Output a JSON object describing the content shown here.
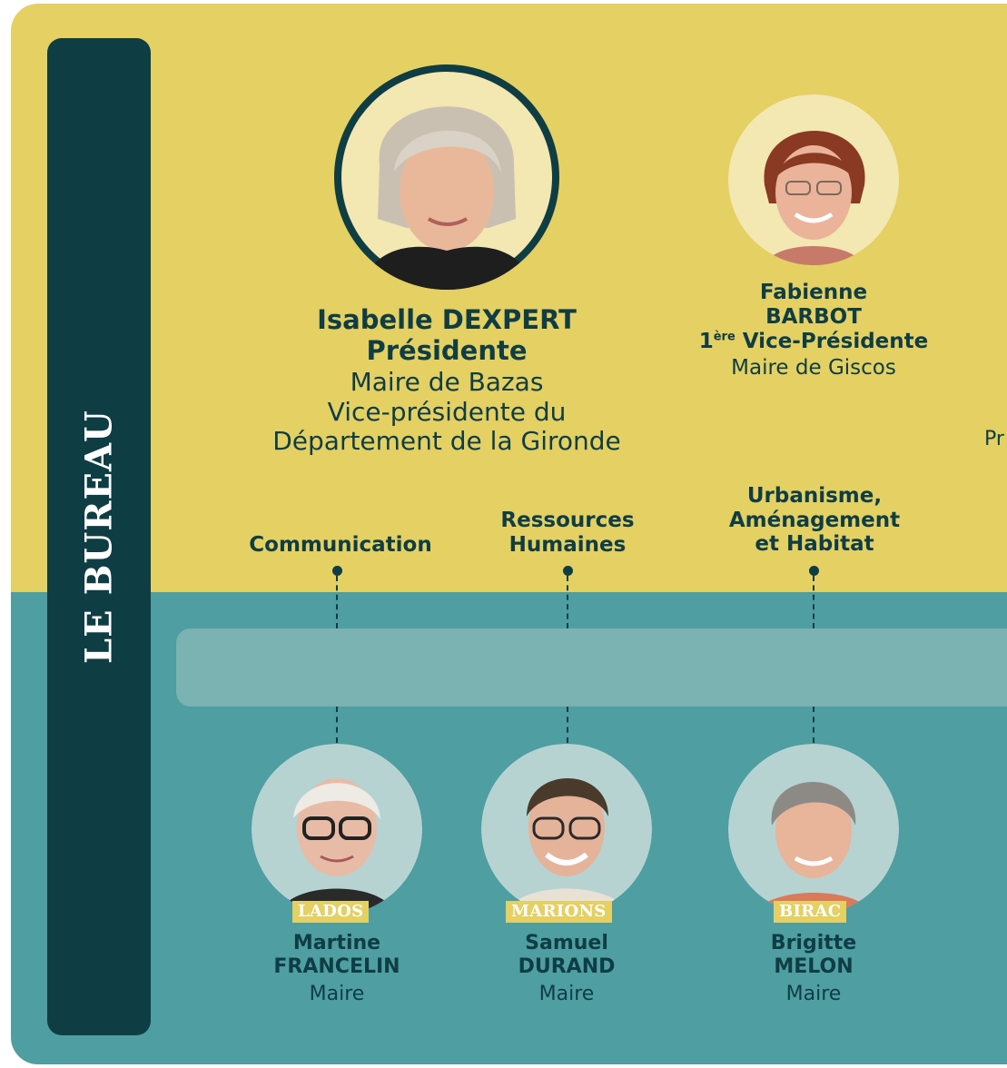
{
  "colors": {
    "yellow": "#e4d063",
    "teal": "#4e9ea2",
    "band": "#7bb2b2",
    "dark": "#0f3d44",
    "photo_bg_light": "#f3e7b2",
    "photo_bg_teal": "#b6d3d2"
  },
  "section_title": "LE BUREAU",
  "president": {
    "name": "Isabelle DEXPERT",
    "role": "Présidente",
    "line1": "Maire de Bazas",
    "line2": "Vice-présidente du",
    "line3": "Département de la Gironde"
  },
  "vice": {
    "first": "Fabienne",
    "last": "BARBOT",
    "sup": "ère",
    "role_num": "1",
    "role": " Vice-Présidente",
    "line1": "Maire de Giscos"
  },
  "partial_text": "Pr",
  "topics": {
    "communication": "Communication",
    "rh_1": "Ressources",
    "rh_2": "Humaines",
    "urb_1": "Urbanisme,",
    "urb_2": "Aménagement",
    "urb_3": "et Habitat"
  },
  "members": [
    {
      "commune": "LADOS",
      "first": "Martine",
      "last": "FRANCELIN",
      "role": "Maire"
    },
    {
      "commune": "MARIONS",
      "first": "Samuel",
      "last": "DURAND",
      "role": "Maire"
    },
    {
      "commune": "BIRAC",
      "first": "Brigitte",
      "last": "MELON",
      "role": "Maire"
    }
  ]
}
